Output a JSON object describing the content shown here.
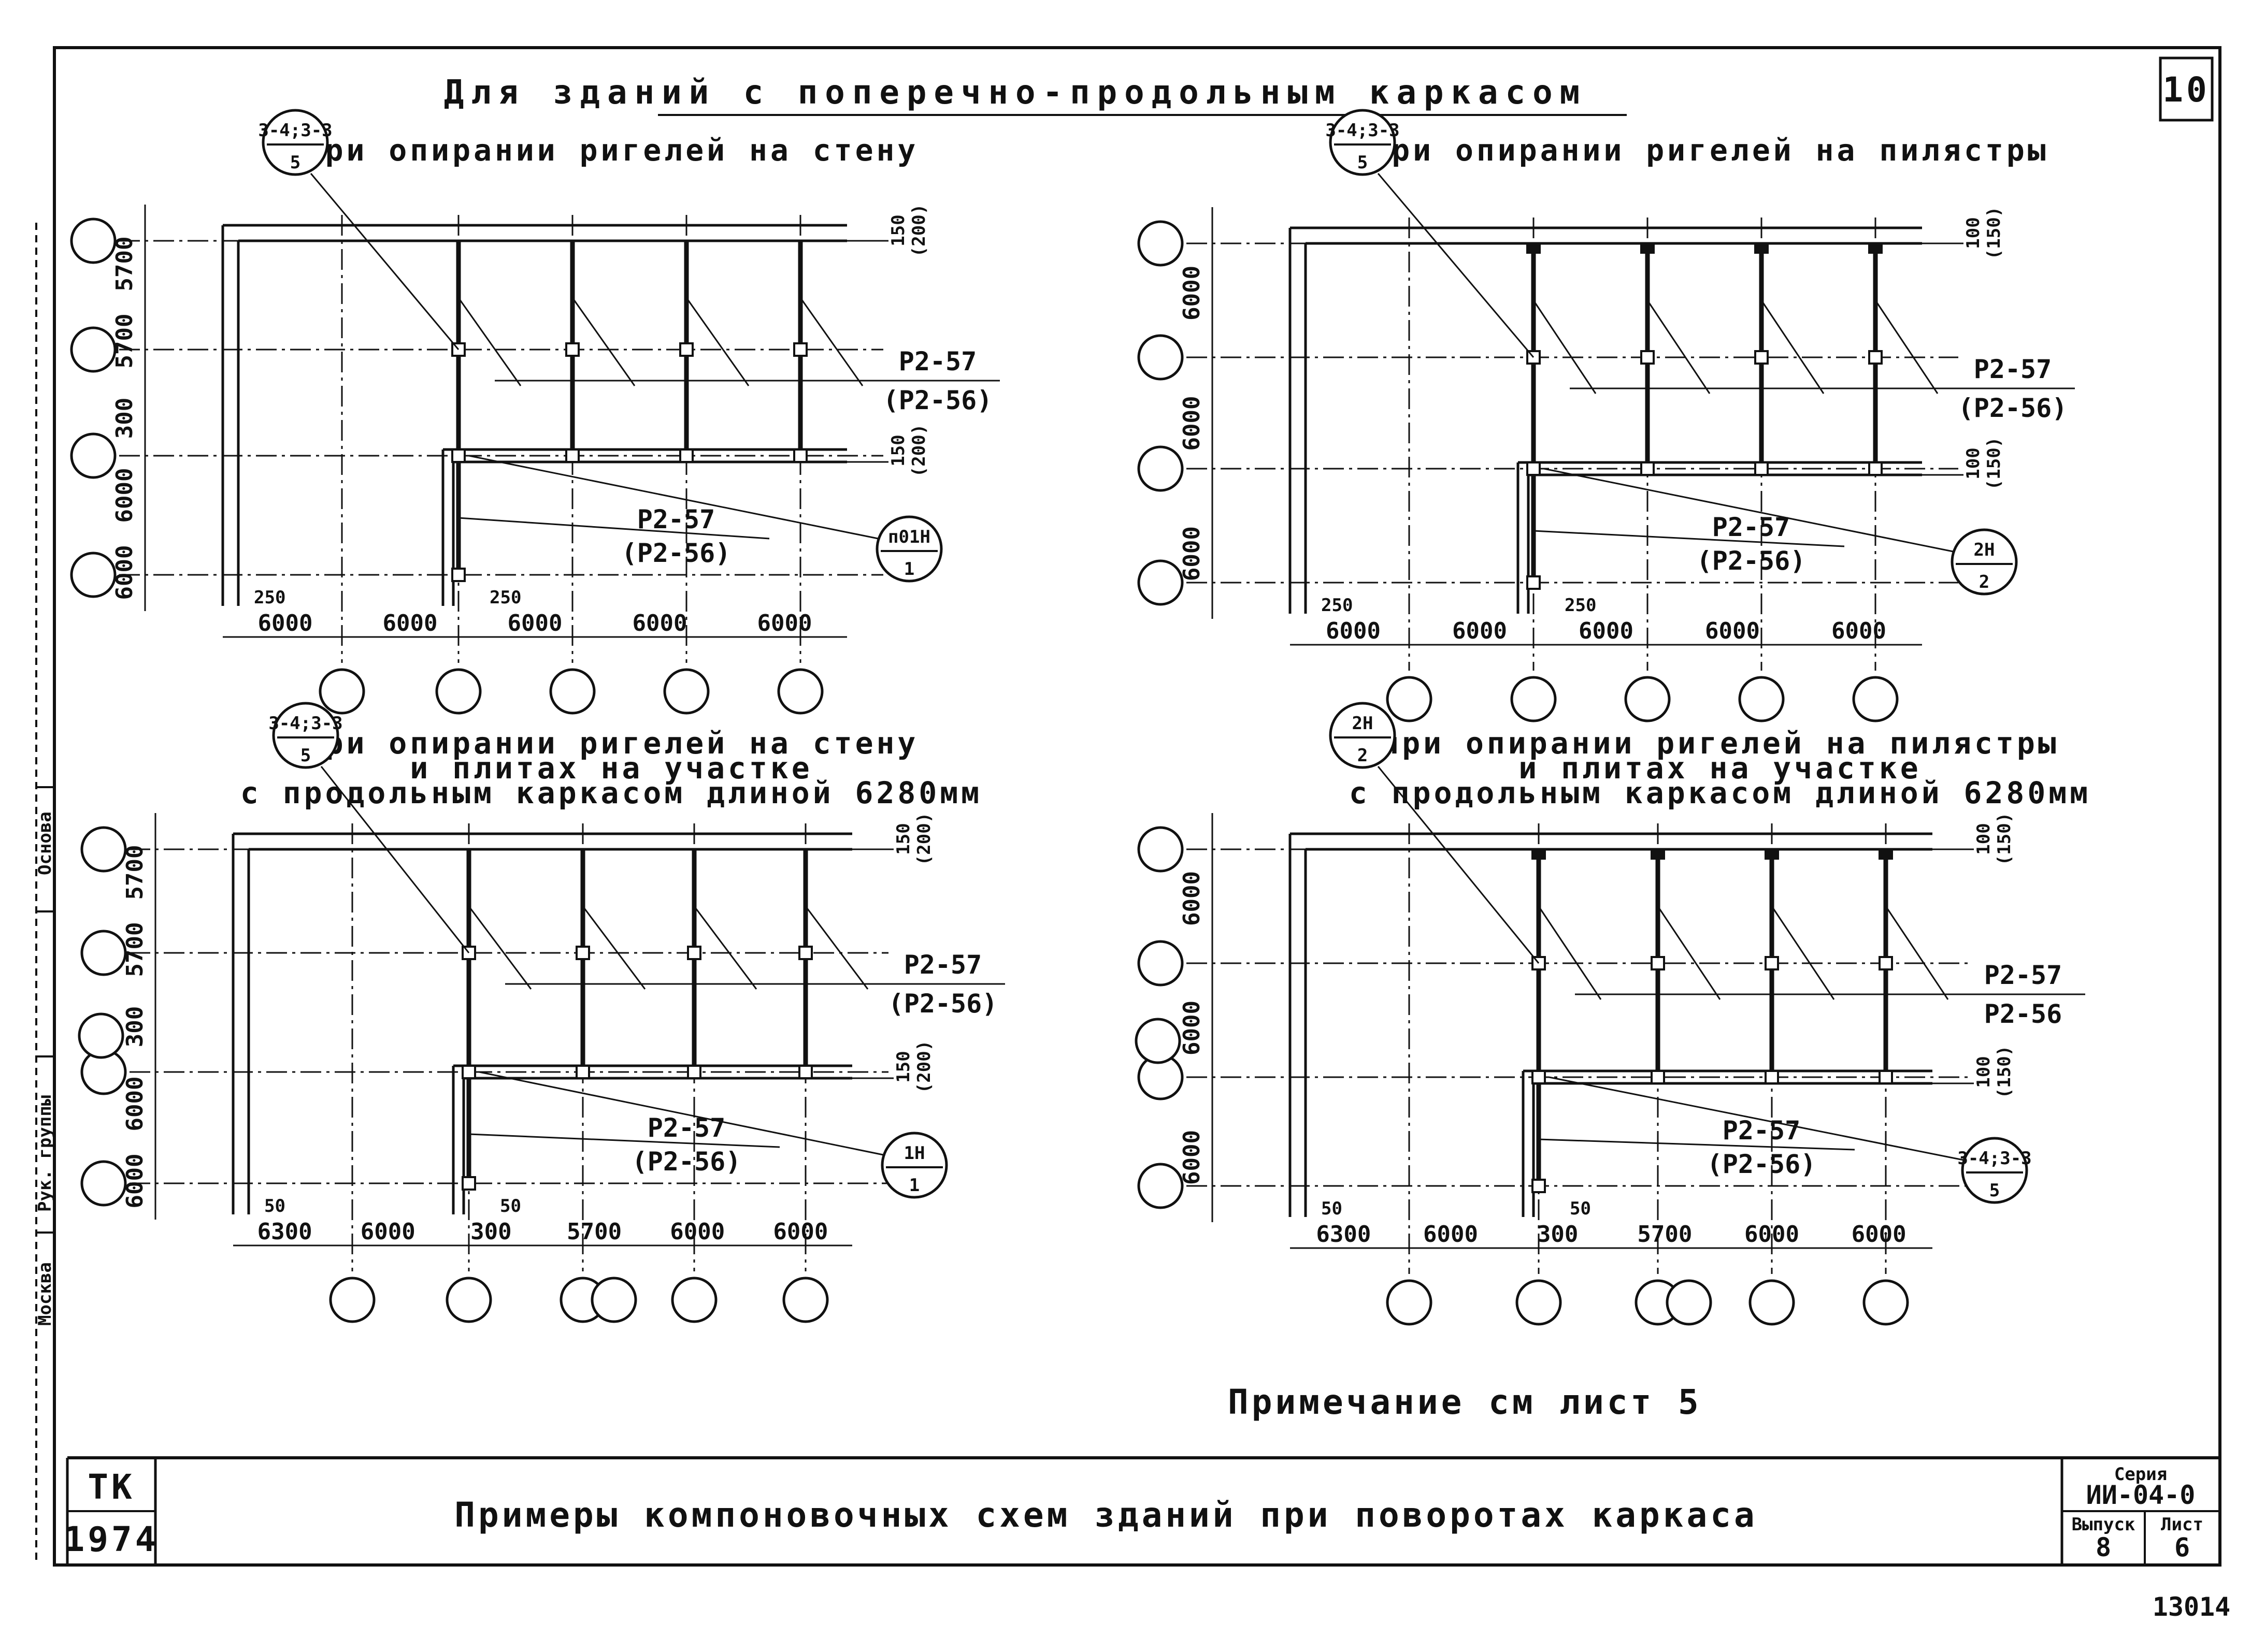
{
  "sheet": {
    "sheet_number": "10",
    "main_title": "Для зданий с поперечно-продольным каркасом",
    "note": "Примечание см лист 5",
    "stamp_number": "13014"
  },
  "side_strip": {
    "labels": [
      "Основа",
      "Рук. группы",
      "Москва"
    ]
  },
  "panels": [
    {
      "title_lines": [
        "при опирании ригелей на стену"
      ],
      "callout_main": {
        "top": "3-4;3-3",
        "bottom": "5"
      },
      "callout_second": {
        "top": "п01Н",
        "bottom": "1"
      },
      "girder_label": "Р2-57",
      "girder_label_alt": "(Р2-56)",
      "girder_label_lower": "Р2-57",
      "girder_label_lower_alt": "(Р2-56)",
      "left_dims": [
        "5700",
        "5700",
        "300",
        "6000",
        "6000"
      ],
      "bottom_dims": [
        "6000",
        "6000",
        "6000",
        "6000",
        "6000"
      ],
      "offset_dims": [
        "250",
        "250"
      ],
      "right_dims": [
        "150",
        "(200)",
        "150",
        "(200)"
      ]
    },
    {
      "title_lines": [
        "при опирании ригелей на пилястры"
      ],
      "callout_main": {
        "top": "3-4;3-3",
        "bottom": "5"
      },
      "callout_second": {
        "top": "2Н",
        "bottom": "2"
      },
      "girder_label": "Р2-57",
      "girder_label_alt": "(Р2-56)",
      "girder_label_lower": "Р2-57",
      "girder_label_lower_alt": "(Р2-56)",
      "left_dims": [
        "6000",
        "6000",
        "6000"
      ],
      "bottom_dims": [
        "6000",
        "6000",
        "6000",
        "6000",
        "6000"
      ],
      "offset_dims": [
        "250",
        "250"
      ],
      "right_dims": [
        "100",
        "(150)",
        "100",
        "(150)"
      ]
    },
    {
      "title_lines": [
        "при опирании ригелей на стену",
        "и плитах на участке",
        "с продольным каркасом длиной 6280мм"
      ],
      "callout_main": {
        "top": "3-4;3-3",
        "bottom": "5"
      },
      "callout_second": {
        "top": "1Н",
        "bottom": "1"
      },
      "girder_label": "Р2-57",
      "girder_label_alt": "(Р2-56)",
      "girder_label_lower": "Р2-57",
      "girder_label_lower_alt": "(Р2-56)",
      "left_dims": [
        "5700",
        "5700",
        "300",
        "6000",
        "6000"
      ],
      "bottom_dims": [
        "6300",
        "6000",
        "300",
        "5700",
        "6000",
        "6000"
      ],
      "offset_dims": [
        "50",
        "50"
      ],
      "right_dims": [
        "150",
        "(200)",
        "150",
        "(200)"
      ]
    },
    {
      "title_lines": [
        "при опирании ригелей на пилястры",
        "и плитах на участке",
        "с продольным каркасом длиной 6280мм"
      ],
      "callout_main": {
        "top": "2Н",
        "bottom": "2"
      },
      "callout_second": {
        "top": "3-4;3-3",
        "bottom": "5"
      },
      "girder_label": "Р2-57",
      "girder_label_alt": "Р2-56",
      "girder_label_lower": "Р2-57",
      "girder_label_lower_alt": "(Р2-56)",
      "left_dims": [
        "6000",
        "6000",
        "6000"
      ],
      "bottom_dims": [
        "6300",
        "6000",
        "300",
        "5700",
        "6000",
        "6000"
      ],
      "offset_dims": [
        "50",
        "50"
      ],
      "right_dims": [
        "100",
        "(150)",
        "100",
        "(150)"
      ]
    }
  ],
  "title_block": {
    "org_code": "ТК",
    "year": "1974",
    "drawing_title": "Примеры компоновочных схем зданий при поворотах каркаса",
    "series_label": "Серия",
    "series_value": "ИИ-04-0",
    "issue_label": "Выпуск",
    "issue_value": "8",
    "sheet_label": "Лист",
    "sheet_value": "6"
  }
}
